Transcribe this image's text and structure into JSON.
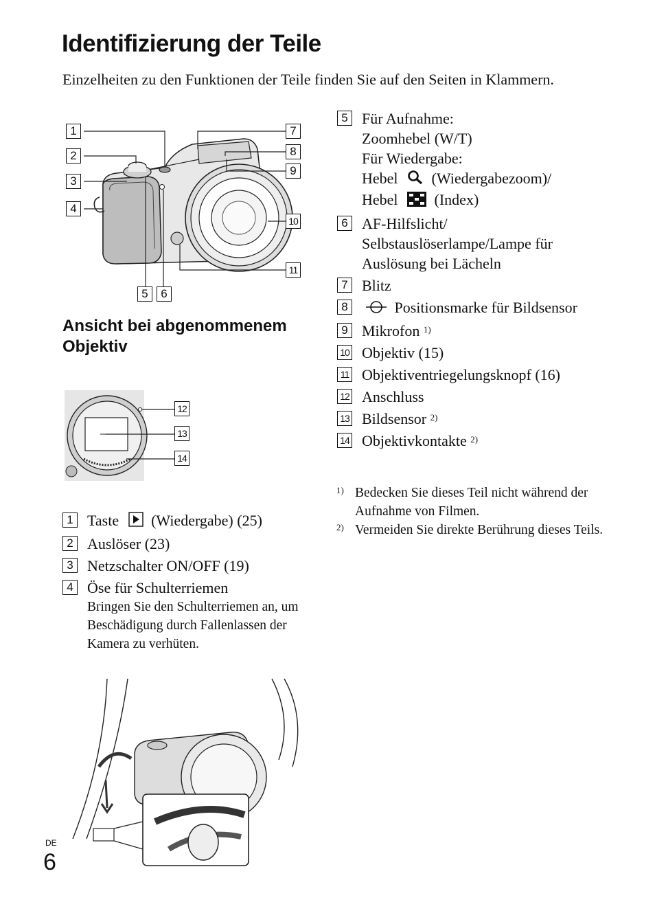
{
  "title": "Identifizierung der Teile",
  "intro": "Einzelheiten zu den Funktionen der Teile finden Sie auf den Seiten in Klammern.",
  "subheading": "Ansicht bei abgenommenem Objektiv",
  "figure_labels": {
    "n1": "1",
    "n2": "2",
    "n3": "3",
    "n4": "4",
    "n5": "5",
    "n6": "6",
    "n7": "7",
    "n8": "8",
    "n9": "9",
    "n10": "10",
    "n11": "11",
    "n12": "12",
    "n13": "13",
    "n14": "14"
  },
  "left_list": [
    {
      "num": "1",
      "pre": "Taste",
      "post": "(Wiedergabe) (25)"
    },
    {
      "num": "2",
      "text": "Auslöser (23)"
    },
    {
      "num": "3",
      "text": "Netzschalter ON/OFF (19)"
    },
    {
      "num": "4",
      "text": "Öse für Schulterriemen",
      "note": "Bringen Sie den Schulterriemen an, um Beschädigung durch Fallenlassen der Kamera zu verhüten."
    }
  ],
  "right_list": {
    "i5": {
      "num": "5",
      "l1": "Für Aufnahme:",
      "l2": "Zoomhebel (W/T)",
      "l3": "Für Wiedergabe:",
      "l4a": "Hebel",
      "l4b": "(Wiedergabezoom)/",
      "l5a": "Hebel",
      "l5b": "(Index)"
    },
    "i6": {
      "num": "6",
      "text": "AF-Hilfslicht/ Selbstauslöserlampe/Lampe für Auslösung bei Lächeln"
    },
    "i7": {
      "num": "7",
      "text": "Blitz"
    },
    "i8": {
      "num": "8",
      "text": "Positionsmarke für Bildsensor"
    },
    "i9": {
      "num": "9",
      "text": "Mikrofon",
      "sup": "1)"
    },
    "i10": {
      "num": "10",
      "text": "Objektiv (15)"
    },
    "i11": {
      "num": "11",
      "text": "Objektiventriegelungsknopf (16)"
    },
    "i12": {
      "num": "12",
      "text": "Anschluss"
    },
    "i13": {
      "num": "13",
      "text": "Bildsensor",
      "sup": "2)"
    },
    "i14": {
      "num": "14",
      "text": "Objektivkontakte",
      "sup": "2)"
    }
  },
  "footnotes": [
    {
      "mark": "1)",
      "text": "Bedecken Sie dieses Teil nicht während der Aufnahme von Filmen."
    },
    {
      "mark": "2)",
      "text": "Vermeiden Sie direkte Berührung dieses Teils."
    }
  ],
  "page_lang": "DE",
  "page_number": "6",
  "icons": [
    "play-icon",
    "magnify-icon",
    "index-grid-icon",
    "sensor-mark-icon"
  ]
}
